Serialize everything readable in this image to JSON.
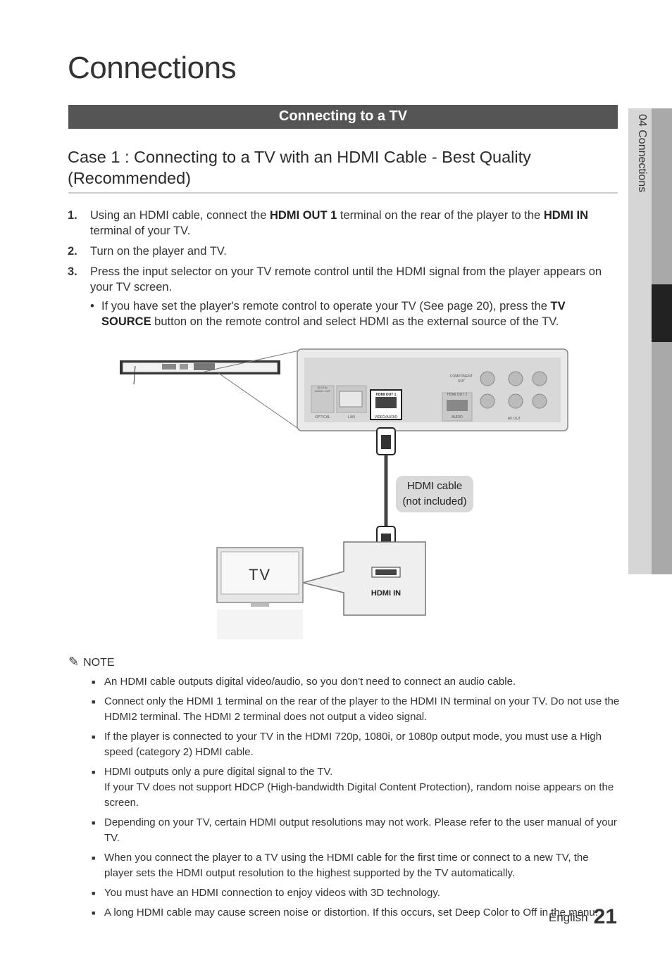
{
  "page_title": "Connections",
  "section_bar": "Connecting to a TV",
  "case_title": "Case 1 : Connecting to a TV with an HDMI Cable - Best Quality (Recommended)",
  "side_tab": {
    "label": "04  Connections"
  },
  "steps": [
    {
      "num": "1.",
      "a": "Using an HDMI cable, connect the ",
      "b1": "HDMI OUT 1",
      "c": " terminal on the rear of the player to the ",
      "b2": "HDMI IN",
      "d": " terminal of your TV."
    },
    {
      "num": "2.",
      "a": "Turn on the player and TV."
    },
    {
      "num": "3.",
      "a": "Press the input selector on your TV remote control until the HDMI signal from the player appears on your TV screen."
    }
  ],
  "substep": {
    "dot": "•",
    "a": "If you have set the player's remote control to operate your TV (See page 20), press the ",
    "b": "TV SOURCE",
    "c": " button on the remote control and select HDMI as the external source of the TV."
  },
  "diagram": {
    "hdmi_cable_line1": "HDMI cable",
    "hdmi_cable_line2": "(not included)",
    "tv_label": "TV",
    "hdmi_in": "HDMI IN",
    "port_optical": "OPTICAL",
    "port_lan": "LAN",
    "port_video_audio": "VIDEO/AUDIO",
    "port_hdmi_out1": "HDMI OUT 1",
    "port_hdmi_out2": "HDMI OUT 2",
    "port_component": "COMPONENT",
    "port_component2": "OUT",
    "port_audio": "AUDIO",
    "port_av_out": "AV OUT",
    "port_digital": "DIGITAL",
    "port_digital2": "AUDIO OUT"
  },
  "note": {
    "label": "NOTE"
  },
  "notes": [
    "An HDMI cable outputs digital video/audio, so you don't need to connect an audio cable.",
    "Connect only the HDMI 1 terminal on the rear of the player to the HDMI IN terminal on your TV. Do not use the HDMI2 terminal. The HDMI 2 terminal does not output a video signal.",
    "If the player is connected to your TV in the HDMI 720p, 1080i, or 1080p output mode, you must use a High speed (category 2) HDMI cable.",
    "HDMI outputs only a pure digital signal to the TV.\nIf your TV does not support HDCP (High-bandwidth Digital Content Protection), random noise appears on the screen.",
    "Depending on your TV, certain HDMI output resolutions may not work. Please refer to the user manual of your TV.",
    "When you connect the player to a TV using the HDMI cable for the first time or connect to a new TV, the player sets the HDMI output resolution to the highest supported by the TV automatically.",
    "You must have an HDMI connection to enjoy videos with 3D technology.",
    "A long HDMI cable may cause screen noise or distortion. If this occurs, set Deep Color to Off in the menu."
  ],
  "footer": {
    "lang": "English",
    "page": "21"
  }
}
